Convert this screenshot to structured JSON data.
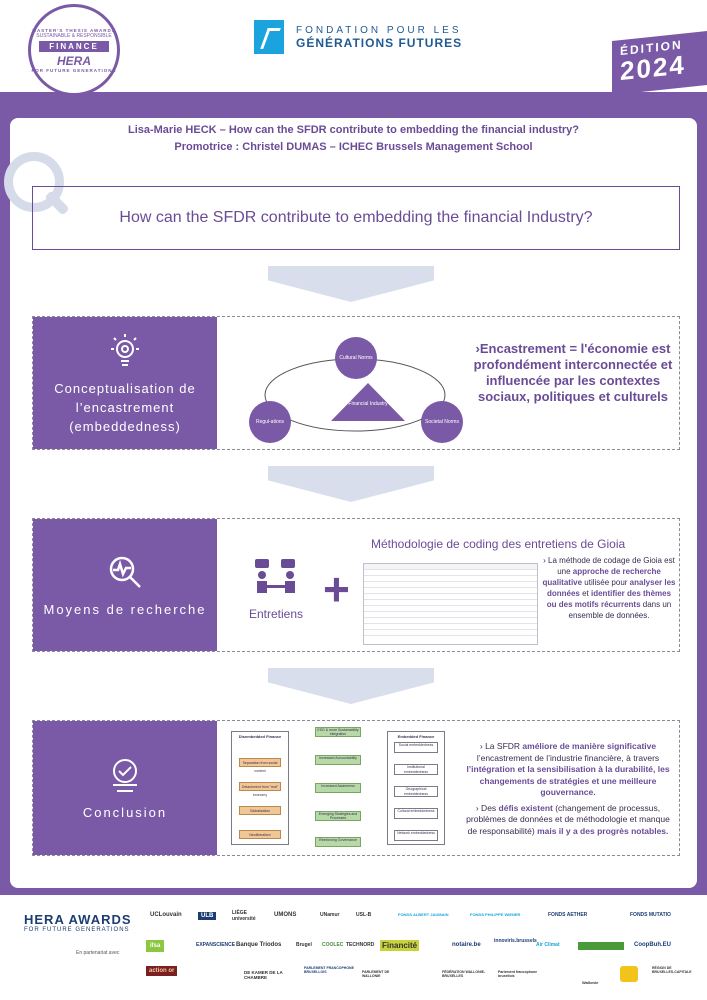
{
  "header": {
    "badge": {
      "ring_top": "MASTER'S THESIS AWARDS",
      "sub": "SUSTAINABLE & RESPONSIBLE",
      "finance": "FINANCE",
      "hera": "HERA",
      "ring_bottom": "FOR FUTURE GENERATIONS"
    },
    "foundation": {
      "line1": "FONDATION POUR LES",
      "line2": "GÉNÉRATIONS FUTURES"
    },
    "edition": {
      "label": "ÉDITION",
      "year": "2024"
    }
  },
  "author": {
    "line1": "Lisa-Marie HECK – How can the SFDR contribute to embedding the financial industry?",
    "line2": "Promotrice : Christel DUMAS – ICHEC Brussels Management School"
  },
  "question": "How can the SFDR contribute to embedding the financial Industry?",
  "section1": {
    "title": "Conceptualisation de l’encastrement (embeddedness)",
    "nodes": {
      "cultural": "Cultural Norms",
      "regulations": "Regul-ations",
      "societal": "Societal Norms",
      "financial": "Financial Industry"
    },
    "statement": "›Encastrement = l'économie est profondément interconnectée et influencée par les contextes sociaux, politiques et culturels"
  },
  "section2": {
    "title": "Moyens de recherche",
    "method_title": "Méthodologie de coding des entretiens de Gioia",
    "interviews": "Entretiens",
    "plus": "+",
    "text_a": "› La méthode de codage de Gioia est une ",
    "text_b": "approche de recherche qualitative",
    "text_c": " utilisée pour ",
    "text_d": "analyser les données",
    "text_e": " et ",
    "text_f": "identifier des thèmes ou des motifs récurrents",
    "text_g": " dans un ensemble de données."
  },
  "section3": {
    "title": "Conclusion",
    "diagram": {
      "left_title": "Disembedded Finance",
      "left_items": [
        "Separation from social context",
        "Detachment from \"real\" economy",
        "Globalization",
        "Neoliberalism"
      ],
      "mid_items": [
        "ESG & more Sustainability integration",
        "Increased Accountability",
        "Increased Awareness",
        "Emerging Strategies and Processes",
        "Reinforcing Governance"
      ],
      "right_title": "Embedded Finance",
      "right_items": [
        "Social embeddedness",
        "Institutional embeddedness",
        "Geographical embeddedness",
        "Cultural embeddedness",
        "Network embeddedness"
      ]
    },
    "p1_a": "› La SFDR ",
    "p1_b": "améliore de manière significative",
    "p1_c": " l’encastrement de l’industrie financière, à travers ",
    "p1_d": "l’intégration et la sensibilisation à la durabilité, les changements de stratégies et une meilleure gouvernance.",
    "p2_a": "› Des ",
    "p2_b": "défis existent",
    "p2_c": " (changement de processus, problèmes de données et de méthodologie et manque de responsabilité) ",
    "p2_d": "mais il y a des progrès notables."
  },
  "footer": {
    "hera_awards": "HERA AWARDS",
    "hera_sub": "FOR FUTURE GENERATIONS",
    "partner": "En partenariat avec",
    "logos": [
      "UCLouvain",
      "ULB",
      "LIÈGE université",
      "UMONS",
      "UNamur",
      "USL-B",
      "FONDS ALBERT JAUMAIN",
      "FONDS PHILIPPE WIENER",
      "FONDS AETHER",
      "FONDS MUTATIO",
      "ifsa",
      "EXPANSCIENCE",
      "Banque Triodos",
      "Brugel",
      "COOLEC",
      "TECHNORD",
      "Financité",
      "notaire.be",
      "innoviris.brussels",
      "Air Climat",
      "",
      "CoopBuh.EU",
      "action or",
      "DE KAMER DE LA CHAMBRE",
      "PARLEMENT FRANCOPHONE BRUXELLOIS",
      "PARLEMENT DE WALLONIE",
      "FÉDÉRATION WALLONIE-BRUXELLES",
      "Parlement francophone bruxellois",
      "Wallonie",
      "",
      "RÉGION DE BRUXELLES-CAPITALE"
    ]
  }
}
